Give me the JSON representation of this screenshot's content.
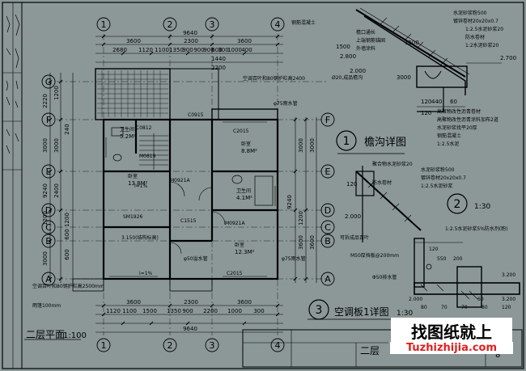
{
  "sheet": {
    "plan_title": "二层平面",
    "plan_scale": "1:100",
    "title_block_text": "二层",
    "page_no": "8"
  },
  "grid_top": [
    "1",
    "2",
    "3",
    "4"
  ],
  "grid_left": [
    "G",
    "F",
    "E",
    "D",
    "C",
    "B",
    "A"
  ],
  "dims_top": [
    "9640",
    "3600",
    "2300",
    "3600",
    "2680",
    "1120",
    "1100",
    "1350",
    "900",
    "900",
    "900",
    "600",
    "300",
    "1000",
    "400",
    "1440",
    "2200"
  ],
  "dims_bottom": [
    "3600",
    "2300",
    "3600",
    "9640",
    "1120",
    "1100",
    "1500",
    "1350",
    "900",
    "2200",
    "1000",
    "300"
  ],
  "dims_left": [
    "2220",
    "1200",
    "3000",
    "2400",
    "3000",
    "1200",
    "3000",
    "9240",
    "240",
    "600",
    "1200",
    "600"
  ],
  "dims_right": [
    "3000",
    "3000",
    "3600",
    "9240",
    "3600",
    "1200"
  ],
  "rooms": [
    {
      "name": "卫生间",
      "area": "5.2M²"
    },
    {
      "name": "卧室",
      "area": "13.8M²"
    },
    {
      "name": "卧室",
      "area": "8.8M²"
    },
    {
      "name": "卫生间",
      "area": "4.1M²"
    },
    {
      "name": "卧室",
      "area": "12.3M²"
    }
  ],
  "plan_labels": [
    "C0812",
    "M0819",
    "C0915",
    "C2015",
    "M0921A",
    "M0921A",
    "C1515",
    "SM1926",
    "C2015",
    "φ50溢水管",
    "φ75雨水管",
    "φ75雨水管",
    "i=1%",
    "i=1%",
    "3.150(结构标高)",
    "雨篷100mm",
    "空调百叶和80钢护栏高2500mm",
    "空调百叶和80钢护栏高2400"
  ],
  "detail1": {
    "number": "1",
    "title": "檐沟详图",
    "annotations": [
      "水泥砂浆粉500",
      "镀锌卷材20x20x0.7",
      "1:2.5水泥砂浆20",
      "防水卷材",
      "1:2水泥砂浆20",
      "钢筋混凝土",
      "Ø20,成品檐沟",
      "高聚物改性沥青卷材",
      "高聚物改性沥青涂料加布2道",
      "水泥砂浆找平20厚",
      "钢筋混凝土",
      "1:2.5水泥",
      "檐口通长",
      "上端钢筋锚固",
      "外墙涂料"
    ],
    "dims": [
      "2.700",
      "2.800",
      "120",
      "440",
      "60",
      "120",
      "3000",
      "1500",
      "2.000",
      "1500"
    ]
  },
  "detail2": {
    "number": "2",
    "scale": "1:30",
    "annotations": [
      "聚合物水泥砂浆20",
      "水泥砂浆粉500",
      "镀锌卷材20x20x0.7",
      "1:2.5水泥砂浆",
      "防水卷材"
    ],
    "dims": [
      "120",
      "2.000"
    ]
  },
  "detail3": {
    "number": "3",
    "title": "空调板1详图",
    "scale": "1:30",
    "annotations": [
      "1:2.5水泥砂浆5%防水剂(粉)",
      "可拆成品百叶",
      "M50厚挡板@200mm",
      "Φ50排水管"
    ],
    "dims": [
      "120",
      "550",
      "200",
      "3.200",
      "3.200",
      "2.000",
      "60",
      "80",
      "70",
      "70",
      "80",
      "120"
    ]
  },
  "watermark": {
    "cn": "找图纸就上",
    "url": "Tuzhizhijia.com"
  }
}
